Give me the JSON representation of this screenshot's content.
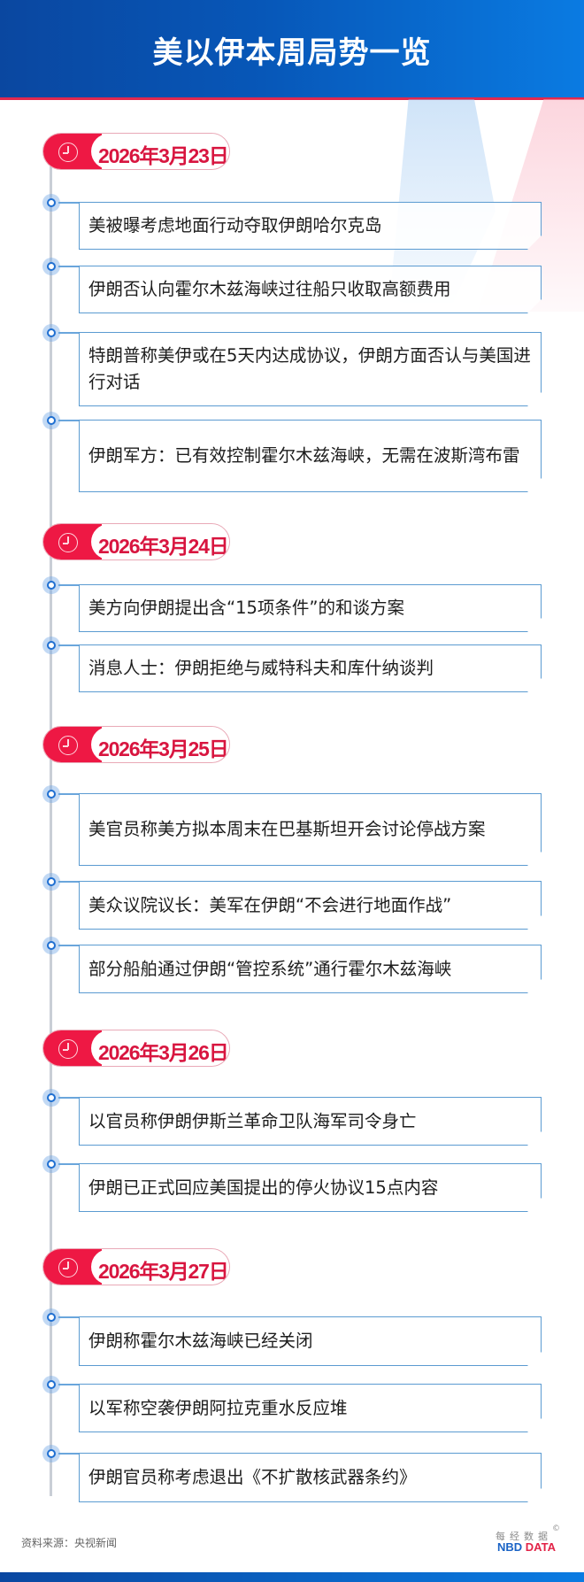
{
  "header": {
    "title": "美以伊本周局势一览"
  },
  "timeline": [
    {
      "date": "2026年3月23日",
      "events": [
        "美被曝考虑地面行动夺取伊朗哈尔克岛",
        "伊朗否认向霍尔木兹海峡过往船只收取高额费用",
        "特朗普称美伊或在5天内达成协议，伊朗方面否认与美国进行对话",
        "伊朗军方：已有效控制霍尔木兹海峡，无需在波斯湾布雷"
      ]
    },
    {
      "date": "2026年3月24日",
      "events": [
        "美方向伊朗提出含“15项条件”的和谈方案",
        "消息人士：伊朗拒绝与威特科夫和库什纳谈判"
      ]
    },
    {
      "date": "2026年3月25日",
      "events": [
        "美官员称美方拟本周末在巴基斯坦开会讨论停战方案",
        "美众议院议长：美军在伊朗“不会进行地面作战”",
        "部分船舶通过伊朗“管控系统”通行霍尔木兹海峡"
      ]
    },
    {
      "date": "2026年3月26日",
      "events": [
        "以官员称伊朗伊斯兰革命卫队海军司令身亡",
        "伊朗已正式回应美国提出的停火协议15点内容"
      ]
    },
    {
      "date": "2026年3月27日",
      "events": [
        "伊朗称霍尔木兹海峡已经关闭",
        "以军称空袭伊朗阿拉克重水反应堆",
        "伊朗官员称考虑退出《不扩散核武器条约》"
      ]
    }
  ],
  "footer": {
    "source": "资料来源：央视新闻",
    "logo_cn": "每经数据",
    "logo_copyright": "©",
    "logo_en_nbd": "NBD",
    "logo_en_data": "DATA"
  },
  "colors": {
    "header_blue": "#0757b8",
    "accent_red": "#ee1844",
    "box_border": "#5b9bd1",
    "node_blue": "#1f6fd1"
  }
}
